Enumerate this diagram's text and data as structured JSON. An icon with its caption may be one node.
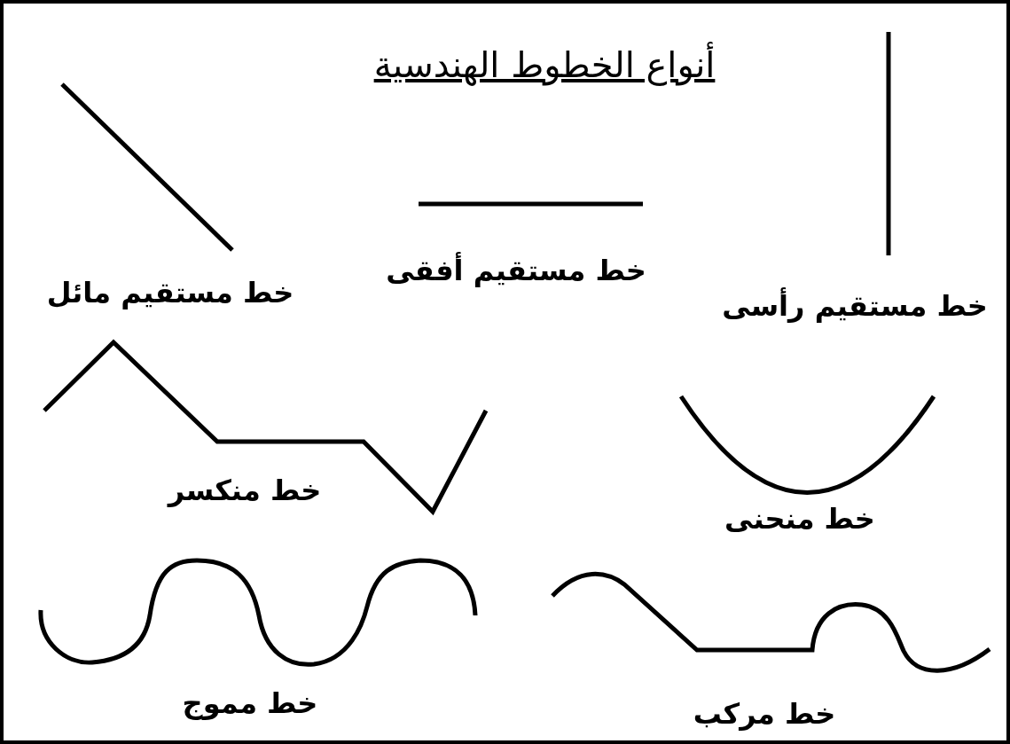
{
  "diagram": {
    "title": "أنواع الخطوط الهندسية",
    "labels": [
      "خط مستقيم رأسى",
      "خط مستقيم أفقى",
      "خط مستقيم مائل",
      "خط منحنى",
      "خط منكسر",
      "خط مركب",
      "خط مموج"
    ]
  }
}
